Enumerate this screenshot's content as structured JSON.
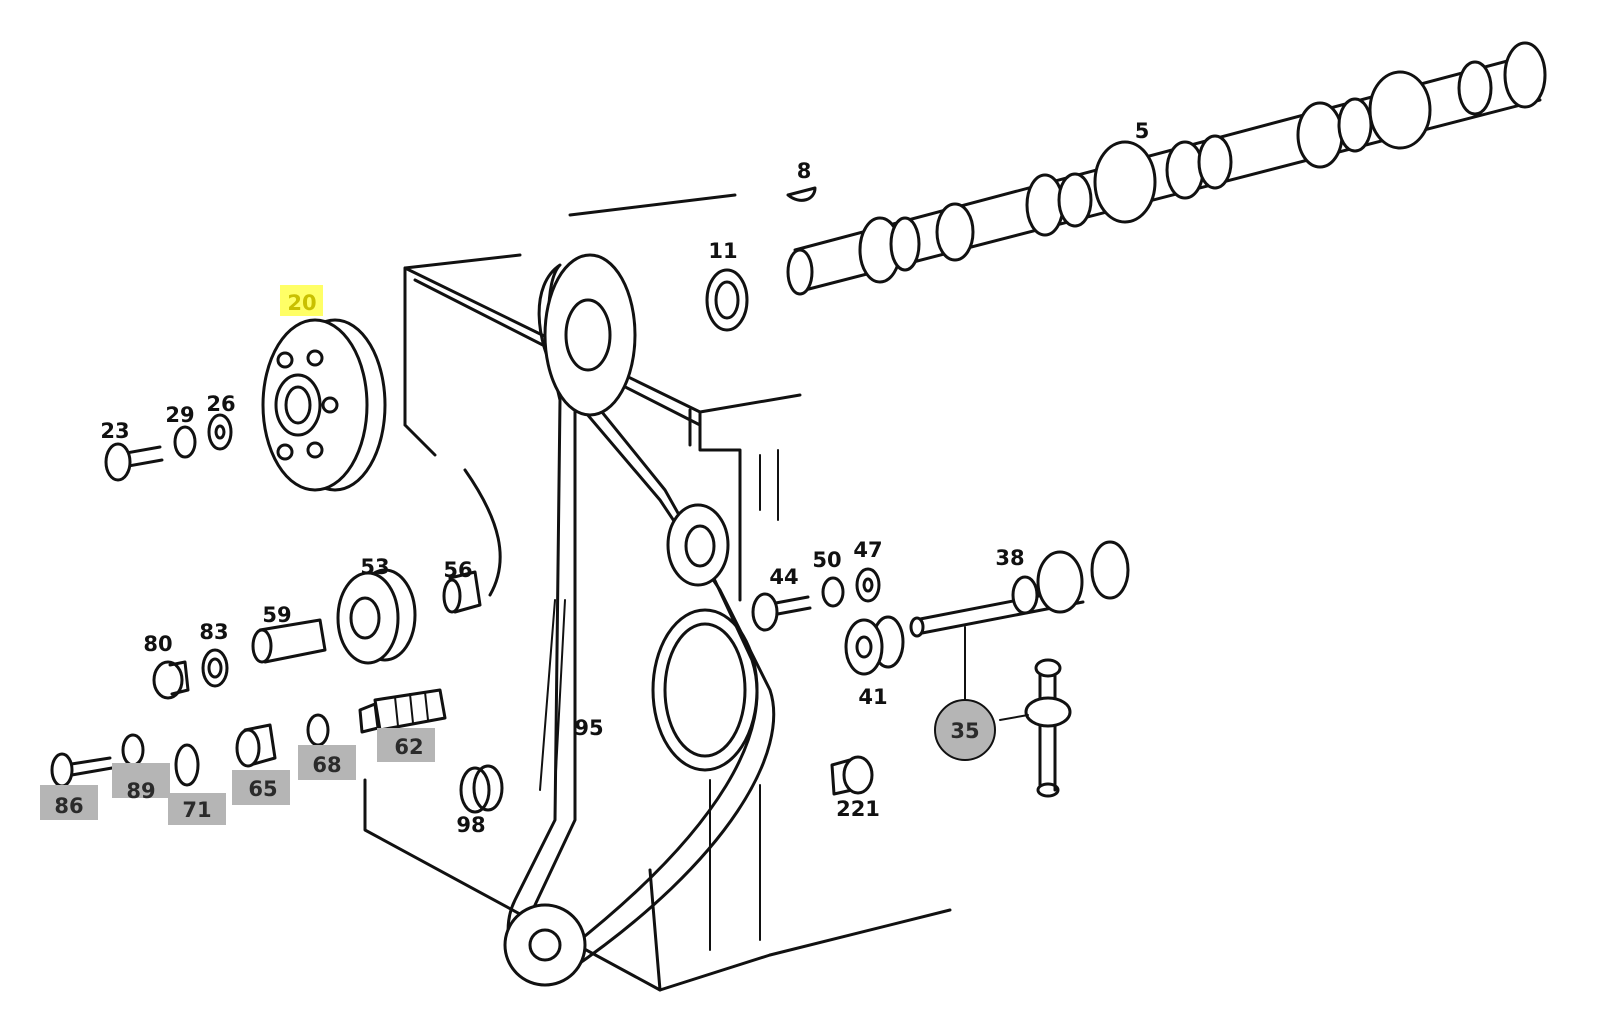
{
  "diagram": {
    "highlight_colors": {
      "selected": "#ffff66",
      "available": "#b5b5b5"
    },
    "callouts": {
      "p5": "5",
      "p8": "8",
      "p11": "11",
      "p20": "20",
      "p23": "23",
      "p26": "26",
      "p29": "29",
      "p35": "35",
      "p38": "38",
      "p41": "41",
      "p44": "44",
      "p47": "47",
      "p50": "50",
      "p53": "53",
      "p56": "56",
      "p59": "59",
      "p62": "62",
      "p65": "65",
      "p68": "68",
      "p71": "71",
      "p80": "80",
      "p83": "83",
      "p86": "86",
      "p89": "89",
      "p95": "95",
      "p98": "98",
      "p221": "221"
    }
  }
}
